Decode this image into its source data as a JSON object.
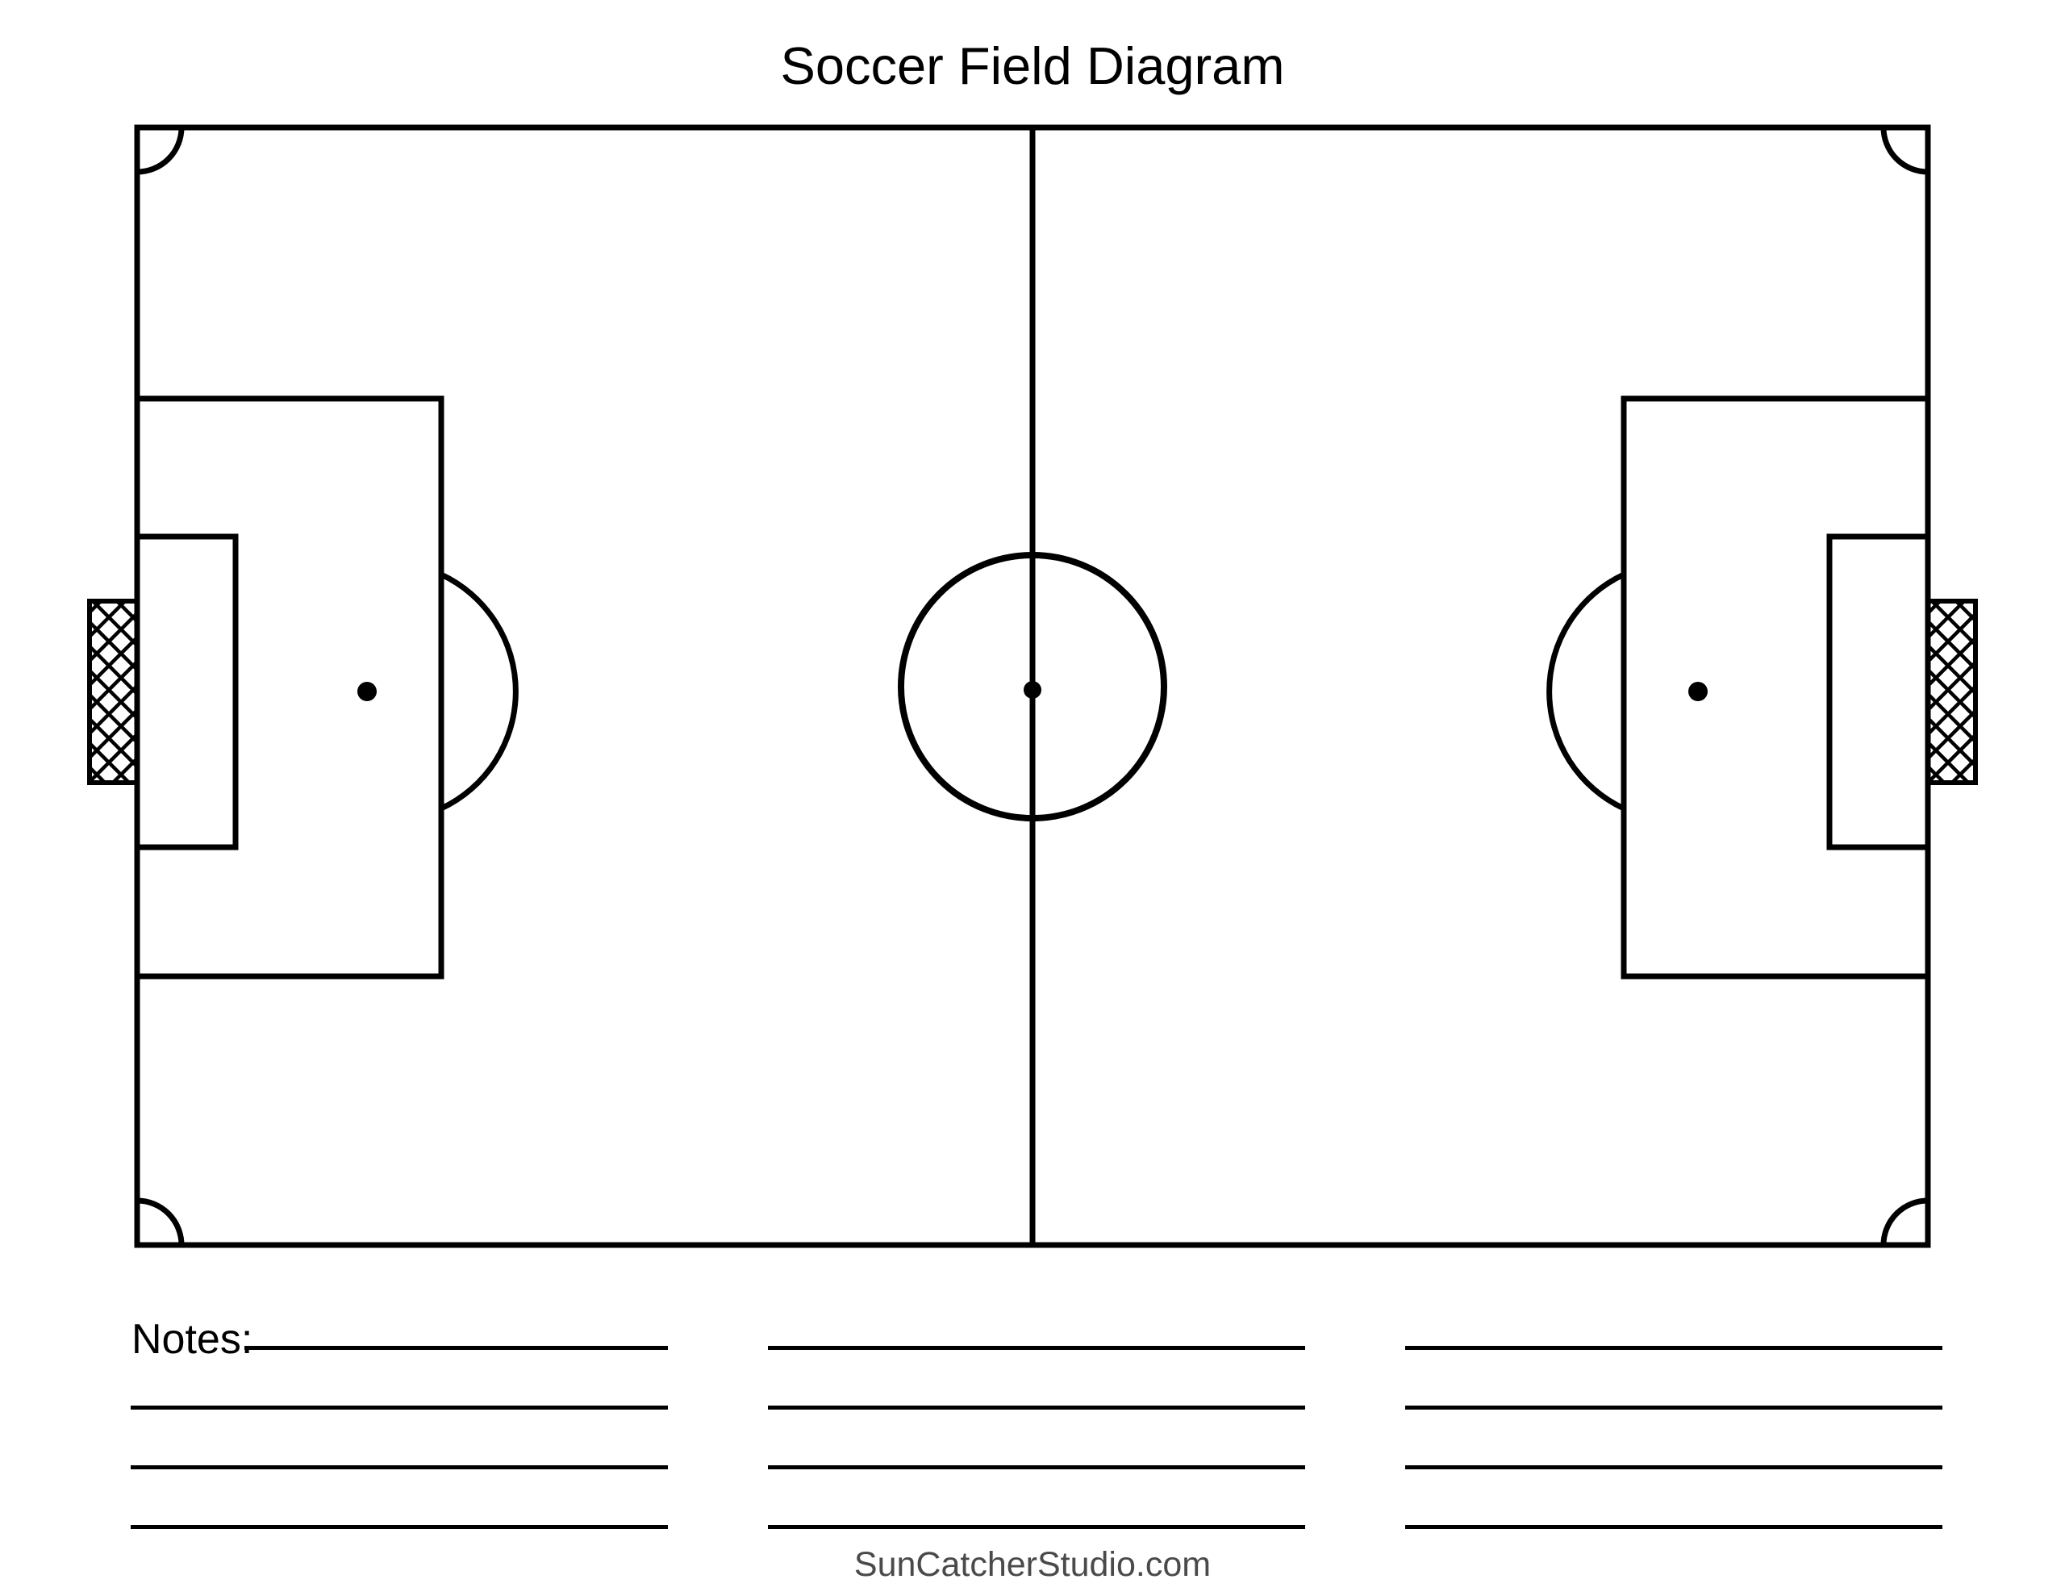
{
  "page": {
    "background_color": "#ffffff",
    "line_color": "#000000"
  },
  "title": "Soccer Field Diagram",
  "notes": {
    "label": "Notes:",
    "rows": 4,
    "columns": 3
  },
  "footer": {
    "text": "SunCatcherStudio.com",
    "color": "#4a4a4a"
  }
}
